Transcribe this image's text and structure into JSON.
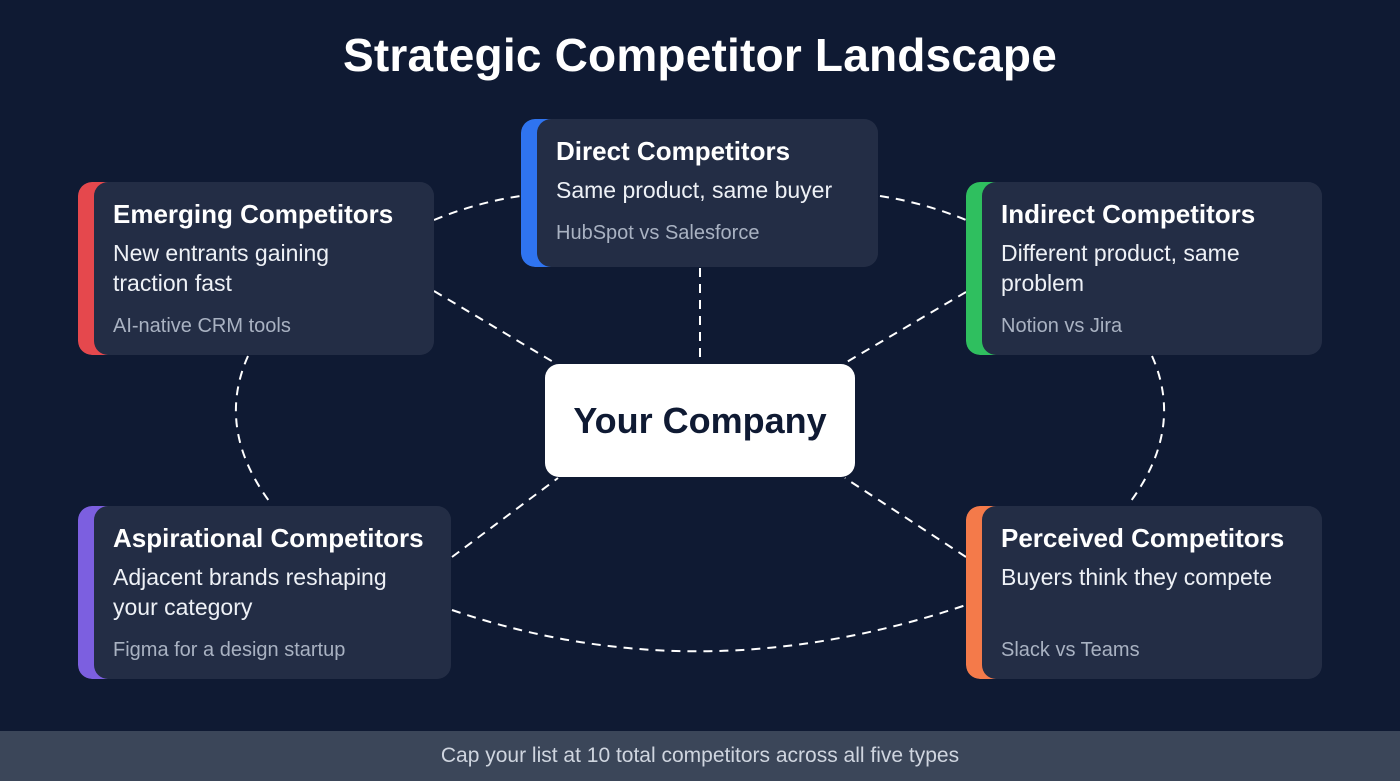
{
  "title": "Strategic Competitor Landscape",
  "center": {
    "label": "Your Company"
  },
  "cards": [
    {
      "id": "direct",
      "heading": "Direct Competitors",
      "description": "Same product, same buyer",
      "example": "HubSpot vs Salesforce",
      "accent": "#2f74f0"
    },
    {
      "id": "emerging",
      "heading": "Emerging Competitors",
      "description": "New entrants gaining traction fast",
      "example": "AI-native CRM tools",
      "accent": "#e5484d"
    },
    {
      "id": "indirect",
      "heading": "Indirect Competitors",
      "description": "Different product, same problem",
      "example": "Notion vs Jira",
      "accent": "#2fbf5f"
    },
    {
      "id": "aspirational",
      "heading": "Aspirational Competitors",
      "description": "Adjacent brands reshaping your category",
      "example": "Figma for a design startup",
      "accent": "#7c5fe0"
    },
    {
      "id": "perceived",
      "heading": "Perceived Competitors",
      "description": "Buyers think they compete",
      "example": "Slack vs Teams",
      "accent": "#f47a4a"
    }
  ],
  "footer": {
    "note": "Cap your list at 10 total competitors across all five types"
  },
  "colors": {
    "background": "#0f1a33",
    "card": "#232d45",
    "footer": "#3b4659"
  }
}
